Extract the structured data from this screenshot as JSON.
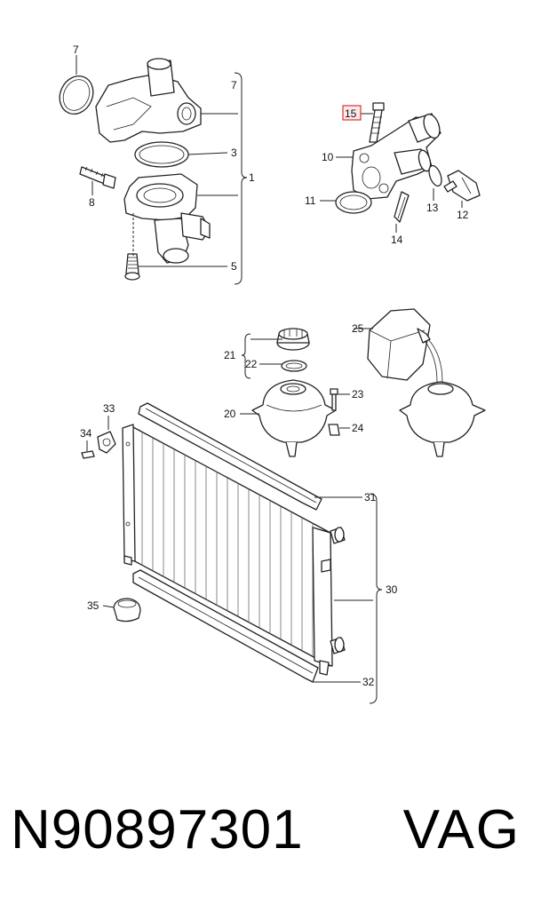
{
  "labels": {
    "c1": "1",
    "c3": "3",
    "c5": "5",
    "c7a": "7",
    "c7b": "7",
    "c8": "8",
    "c10": "10",
    "c11": "11",
    "c12": "12",
    "c13": "13",
    "c14": "14",
    "c15": "15",
    "c20": "20",
    "c21": "21",
    "c22": "22",
    "c23": "23",
    "c24": "24",
    "c25": "25",
    "c30": "30",
    "c31": "31",
    "c32": "32",
    "c33": "33",
    "c34": "34",
    "c35": "35"
  },
  "highlight_color": "#e03030",
  "footer": {
    "part_number": "N90897301",
    "brand": "VAG"
  }
}
